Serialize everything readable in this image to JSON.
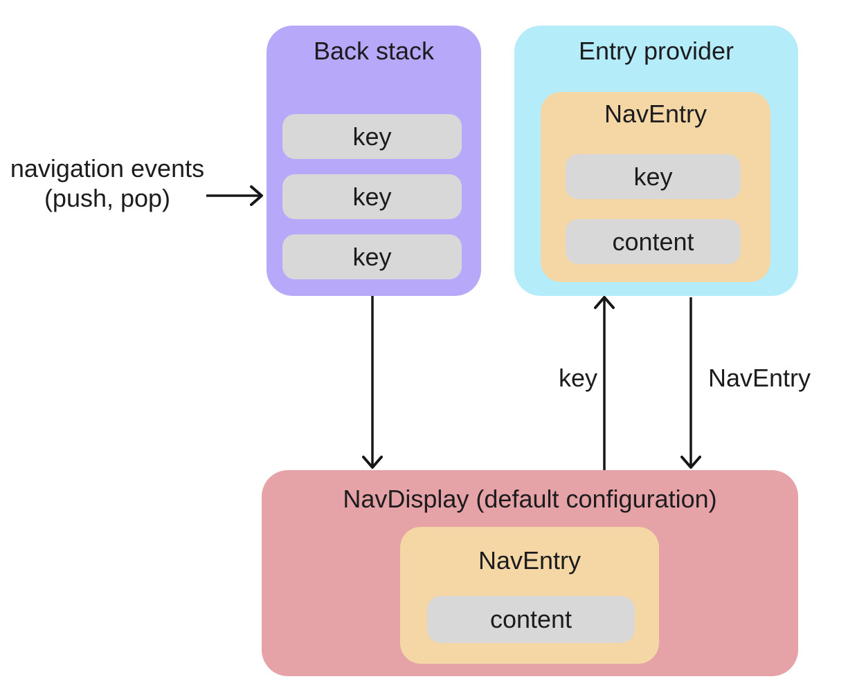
{
  "back_stack": {
    "title": "Back stack",
    "keys": [
      "key",
      "key",
      "key"
    ]
  },
  "entry_provider": {
    "title": "Entry provider",
    "nav_entry": {
      "title": "NavEntry",
      "key_label": "key",
      "content_label": "content"
    }
  },
  "nav_display": {
    "title": "NavDisplay (default configuration)",
    "nav_entry": {
      "title": "NavEntry",
      "content_label": "content"
    }
  },
  "labels": {
    "navigation_events_line1": "navigation events",
    "navigation_events_line2": "(push, pop)",
    "key_arrow": "key",
    "nav_entry_arrow": "NavEntry"
  },
  "colors": {
    "back_stack": "#b7a8f9",
    "entry_provider": "#b5ecfa",
    "nav_entry": "#f4d7a4",
    "nav_display": "#e5a3a7",
    "pill": "#d8d8d8",
    "arrow": "#161616",
    "text": "#1c1c1e"
  }
}
